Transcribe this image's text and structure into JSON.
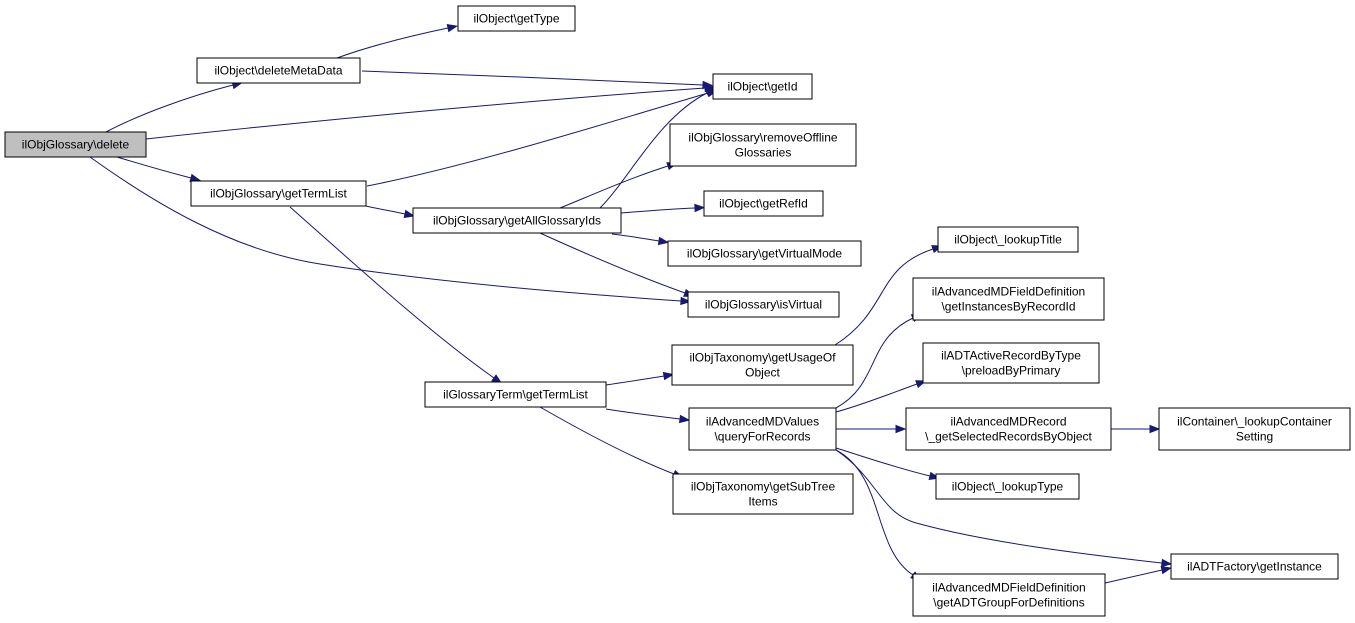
{
  "nodes": [
    {
      "id": "delete",
      "lines": [
        "ilObjGlossary\\delete"
      ],
      "root": true
    },
    {
      "id": "deleteMeta",
      "lines": [
        "ilObject\\deleteMetaData"
      ]
    },
    {
      "id": "getType",
      "lines": [
        "ilObject\\getType"
      ]
    },
    {
      "id": "getId",
      "lines": [
        "ilObject\\getId"
      ]
    },
    {
      "id": "removeOffline",
      "lines": [
        "ilObjGlossary\\removeOffline",
        "Glossaries"
      ]
    },
    {
      "id": "getTermListG",
      "lines": [
        "ilObjGlossary\\getTermList"
      ]
    },
    {
      "id": "getAllIds",
      "lines": [
        "ilObjGlossary\\getAllGlossaryIds"
      ]
    },
    {
      "id": "getRefId",
      "lines": [
        "ilObject\\getRefId"
      ]
    },
    {
      "id": "getVirtualMode",
      "lines": [
        "ilObjGlossary\\getVirtualMode"
      ]
    },
    {
      "id": "isVirtual",
      "lines": [
        "ilObjGlossary\\isVirtual"
      ]
    },
    {
      "id": "lookupTitle",
      "lines": [
        "ilObject\\_lookupTitle"
      ]
    },
    {
      "id": "getInstancesByRecordId",
      "lines": [
        "ilAdvancedMDFieldDefinition",
        "\\getInstancesByRecordId"
      ]
    },
    {
      "id": "getUsageOf",
      "lines": [
        "ilObjTaxonomy\\getUsageOf",
        "Object"
      ]
    },
    {
      "id": "preloadByPrimary",
      "lines": [
        "ilADTActiveRecordByType",
        "\\preloadByPrimary"
      ]
    },
    {
      "id": "termListT",
      "lines": [
        "ilGlossaryTerm\\getTermList"
      ]
    },
    {
      "id": "queryForRecords",
      "lines": [
        "ilAdvancedMDValues",
        "\\queryForRecords"
      ]
    },
    {
      "id": "getSelectedRecords",
      "lines": [
        "ilAdvancedMDRecord",
        "\\_getSelectedRecordsByObject"
      ]
    },
    {
      "id": "lookupContainer",
      "lines": [
        "ilContainer\\_lookupContainer",
        "Setting"
      ]
    },
    {
      "id": "lookupType",
      "lines": [
        "ilObject\\_lookupType"
      ]
    },
    {
      "id": "getSubTree",
      "lines": [
        "ilObjTaxonomy\\getSubTree",
        "Items"
      ]
    },
    {
      "id": "adtFactory",
      "lines": [
        "ilADTFactory\\getInstance"
      ]
    },
    {
      "id": "getADTGroup",
      "lines": [
        "ilAdvancedMDFieldDefinition",
        "\\getADTGroupForDefinitions"
      ]
    }
  ],
  "edges": [
    {
      "from": "delete",
      "to": "deleteMeta"
    },
    {
      "from": "delete",
      "to": "getId"
    },
    {
      "from": "delete",
      "to": "getTermListG"
    },
    {
      "from": "delete",
      "to": "isVirtual"
    },
    {
      "from": "deleteMeta",
      "to": "getType"
    },
    {
      "from": "deleteMeta",
      "to": "getId"
    },
    {
      "from": "getTermListG",
      "to": "getId"
    },
    {
      "from": "getTermListG",
      "to": "getAllIds"
    },
    {
      "from": "getTermListG",
      "to": "termListT"
    },
    {
      "from": "getAllIds",
      "to": "getId"
    },
    {
      "from": "getAllIds",
      "to": "removeOffline"
    },
    {
      "from": "getAllIds",
      "to": "getRefId"
    },
    {
      "from": "getAllIds",
      "to": "getVirtualMode"
    },
    {
      "from": "getAllIds",
      "to": "isVirtual"
    },
    {
      "from": "termListT",
      "to": "getUsageOf"
    },
    {
      "from": "termListT",
      "to": "queryForRecords"
    },
    {
      "from": "termListT",
      "to": "getSubTree"
    },
    {
      "from": "getUsageOf",
      "to": "lookupTitle"
    },
    {
      "from": "queryForRecords",
      "to": "getInstancesByRecordId"
    },
    {
      "from": "queryForRecords",
      "to": "preloadByPrimary"
    },
    {
      "from": "queryForRecords",
      "to": "getSelectedRecords"
    },
    {
      "from": "queryForRecords",
      "to": "lookupType"
    },
    {
      "from": "queryForRecords",
      "to": "adtFactory"
    },
    {
      "from": "queryForRecords",
      "to": "getADTGroup"
    },
    {
      "from": "getSelectedRecords",
      "to": "lookupContainer"
    },
    {
      "from": "getADTGroup",
      "to": "adtFactory"
    }
  ]
}
